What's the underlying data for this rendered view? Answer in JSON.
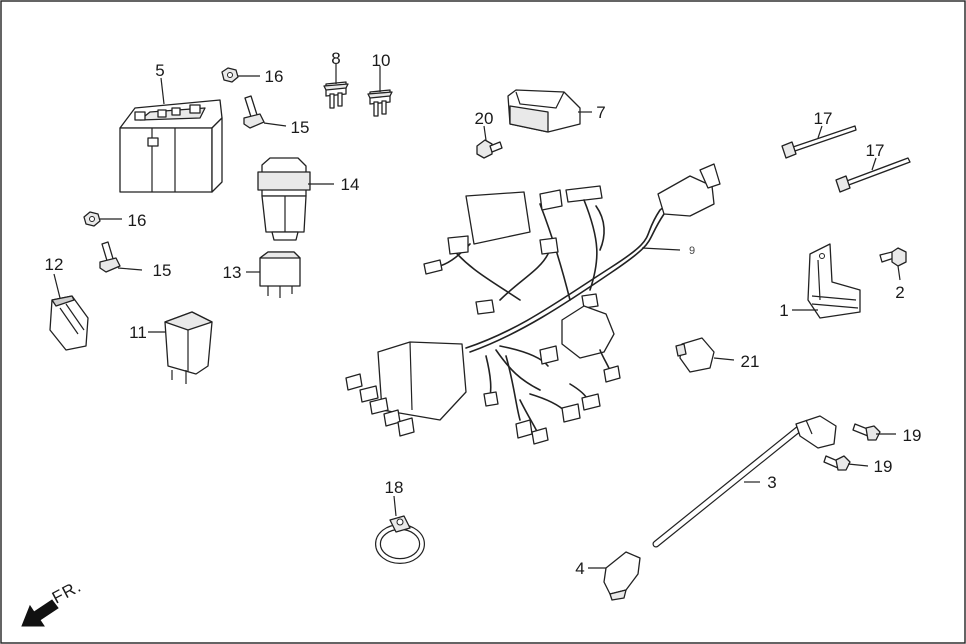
{
  "callouts": {
    "c1": "1",
    "c2": "2",
    "c3": "3",
    "c4": "4",
    "c5": "5",
    "c7": "7",
    "c8": "8",
    "c9": "9",
    "c10": "10",
    "c11": "11",
    "c12": "12",
    "c13": "13",
    "c14": "14",
    "c15a": "15",
    "c15b": "15",
    "c16a": "16",
    "c16b": "16",
    "c17a": "17",
    "c17b": "17",
    "c18": "18",
    "c19a": "19",
    "c19b": "19",
    "c20": "20",
    "c21": "21"
  },
  "direction": {
    "label": "FR."
  }
}
